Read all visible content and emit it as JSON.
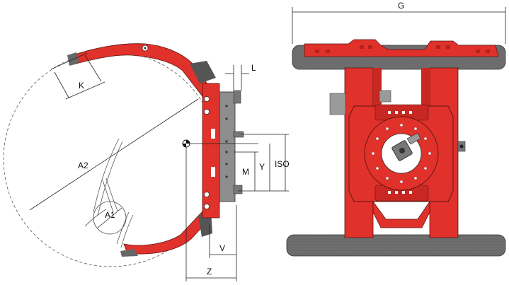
{
  "drawing": {
    "side_view_labels": {
      "K": "K",
      "A2": "A2",
      "A1": "A1",
      "L": "L",
      "M": "M",
      "Y": "Y",
      "ISO": "ISO",
      "V": "V",
      "Z": "Z"
    },
    "front_view_labels": {
      "G": "G"
    },
    "colors": {
      "frame_red": "#e0312b",
      "frame_red_dark": "#b3221d",
      "pad_grey": "#6b6b6b",
      "pad_grey_light": "#8a8a8a",
      "plate_grey": "#9a9a9a",
      "line": "#222222"
    }
  }
}
